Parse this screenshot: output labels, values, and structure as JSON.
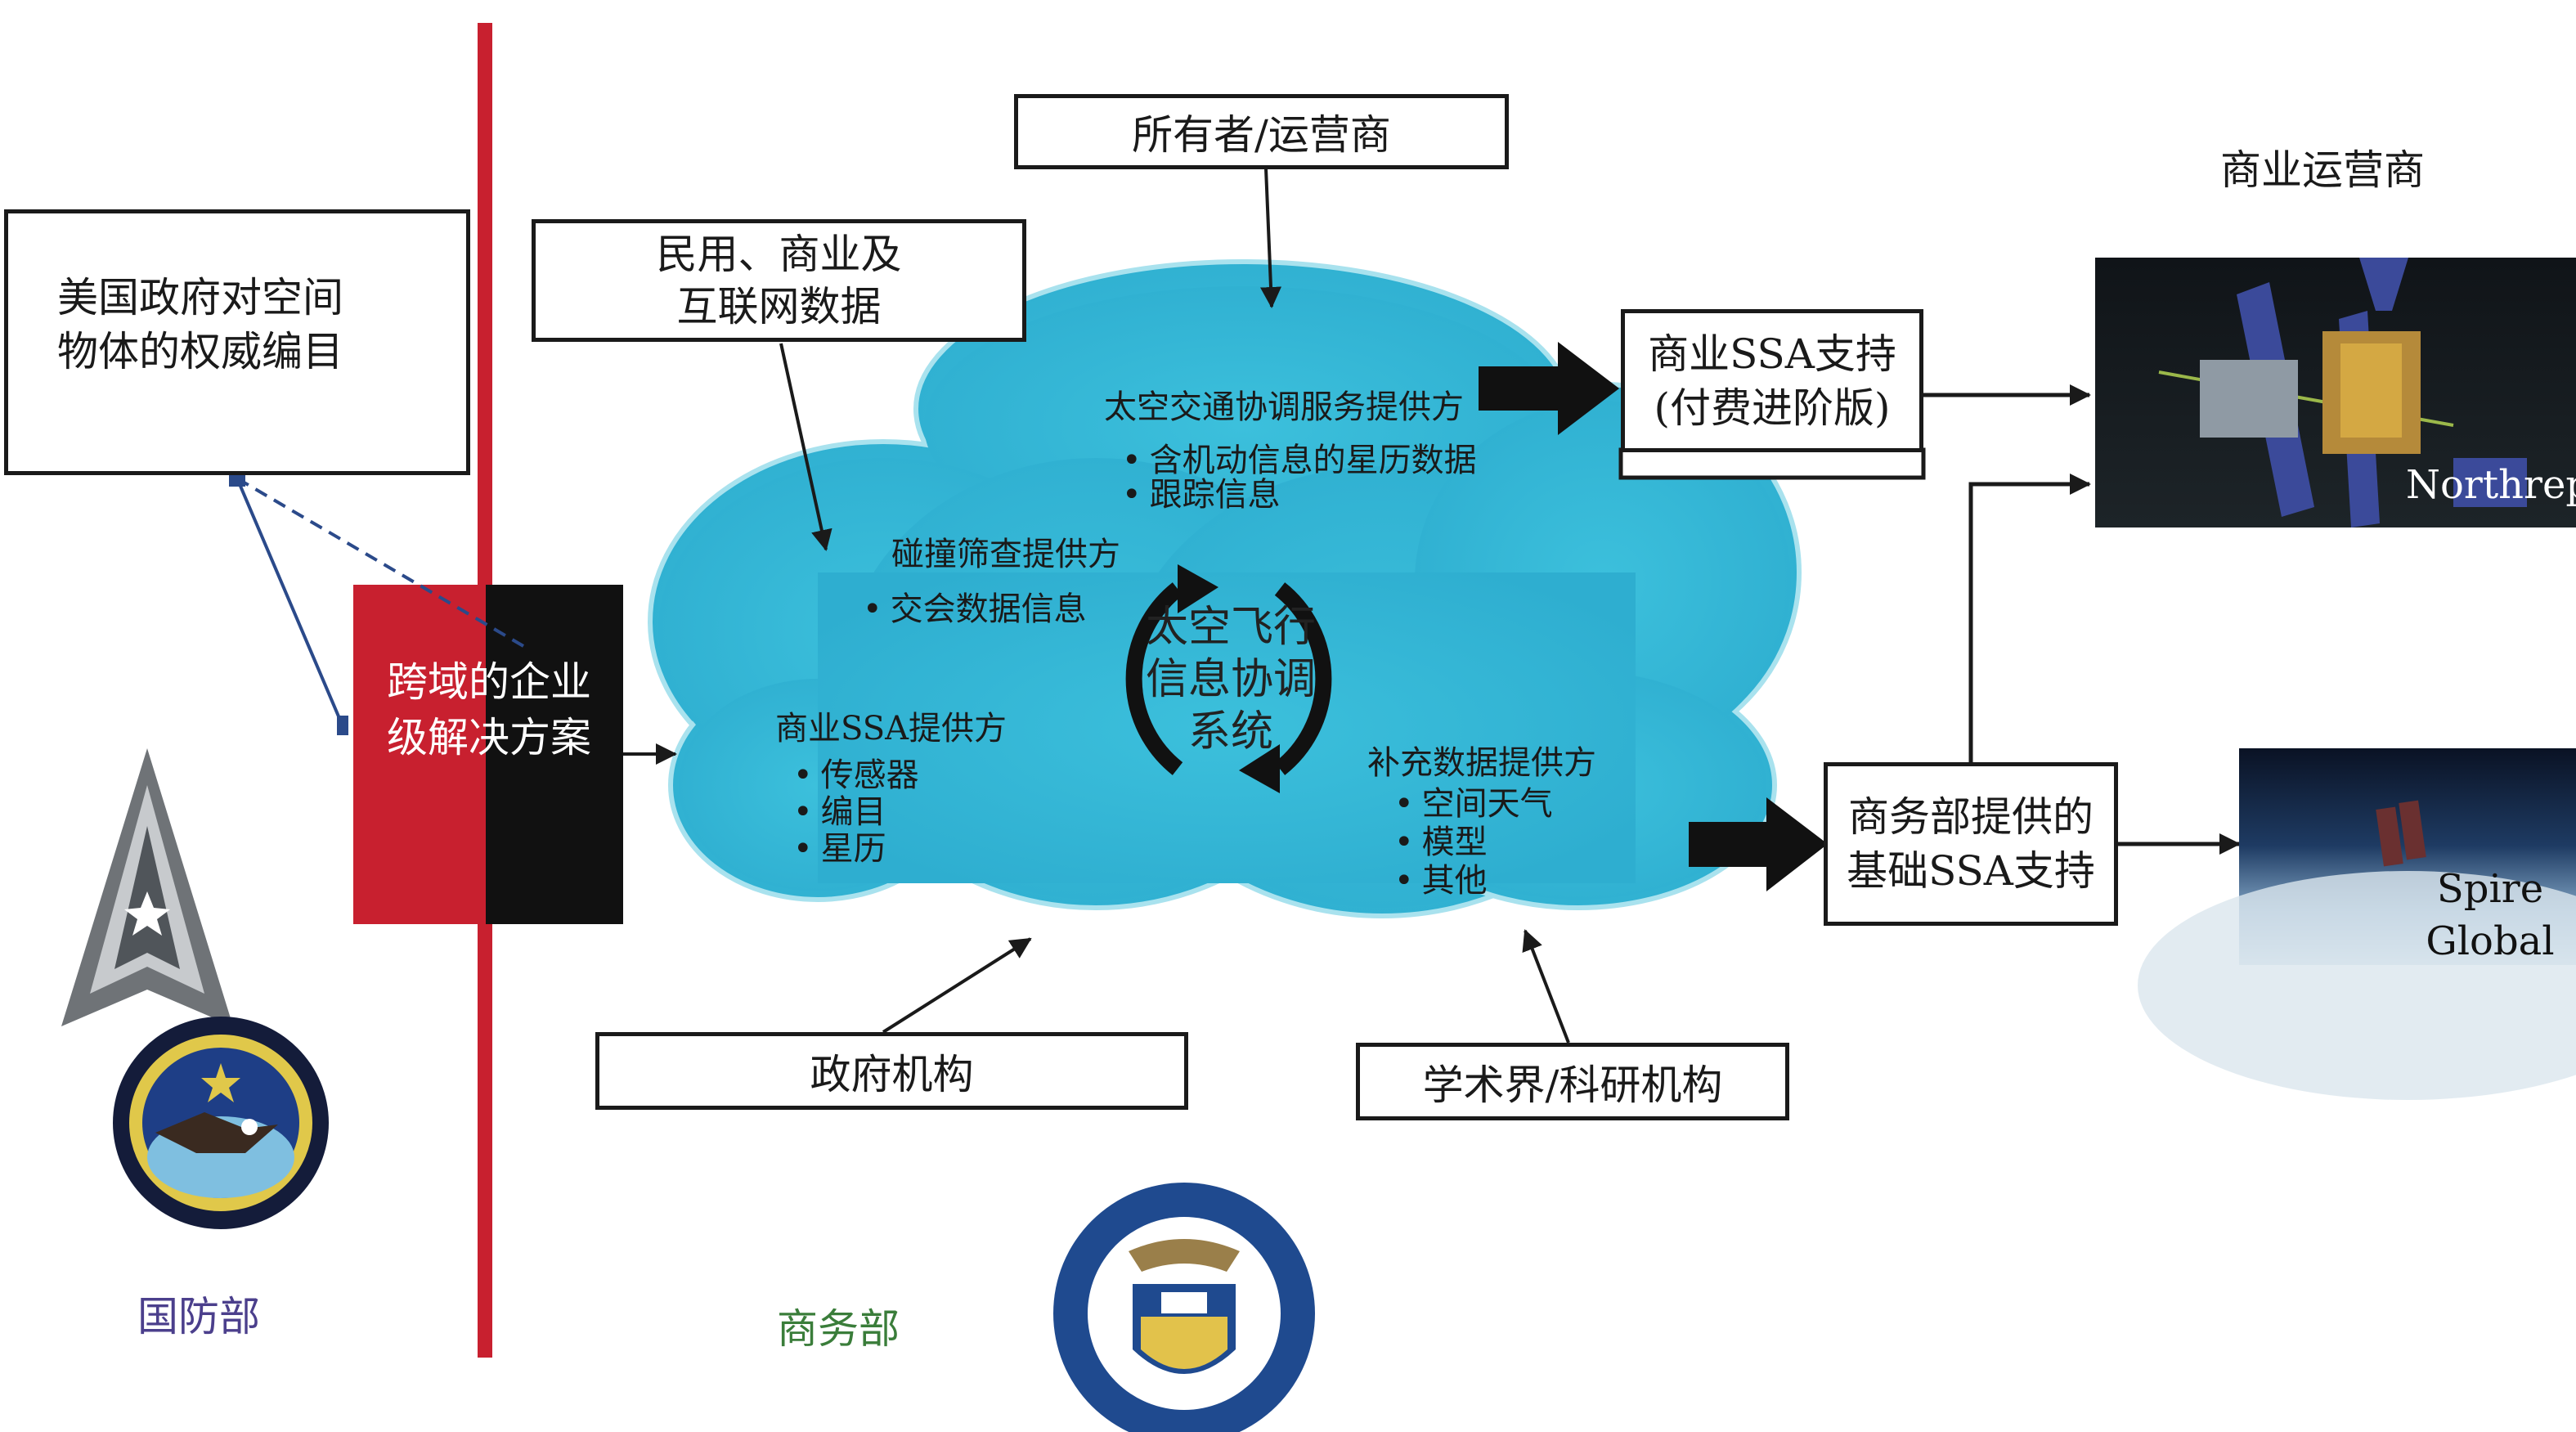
{
  "boxes": {
    "authority_catalog": "美国政府对空间物体的权威编目",
    "civil_data": "民用、商业及互联网数据",
    "owner_operator": "所有者/运营商",
    "commercial_ssa": "商业SSA支持(付费进阶版)",
    "commerce_basic_ssa": "商务部提供的基础SSA支持",
    "government": "政府机构",
    "academia": "学术界/科研机构",
    "cross_domain": "跨域的企业级解决方案"
  },
  "cloud": {
    "center": "太空飞行信息协调系统",
    "traffic_provider": {
      "title": "太空交通协调服务提供方",
      "items": [
        "含机动信息的星历数据",
        "跟踪信息"
      ]
    },
    "collision_provider": {
      "title": "碰撞筛查提供方",
      "items": [
        "交会数据信息"
      ]
    },
    "commercial_ssa_provider": {
      "title": "商业SSA提供方",
      "items": [
        "传感器",
        "编目",
        "星历"
      ]
    },
    "supplementary_provider": {
      "title": "补充数据提供方",
      "items": [
        "空间天气",
        "模型",
        "其他"
      ]
    }
  },
  "labels": {
    "commercial_operators": "商业运营商",
    "dod": "国防部",
    "doc": "商务部",
    "northrop": "Northrep",
    "spire": "Spire Global"
  },
  "colors": {
    "red_line": "#c8202f",
    "cloud": "#36b9d8",
    "dod_label": "#4b3f8c",
    "doc_label": "#3a7d3a"
  }
}
